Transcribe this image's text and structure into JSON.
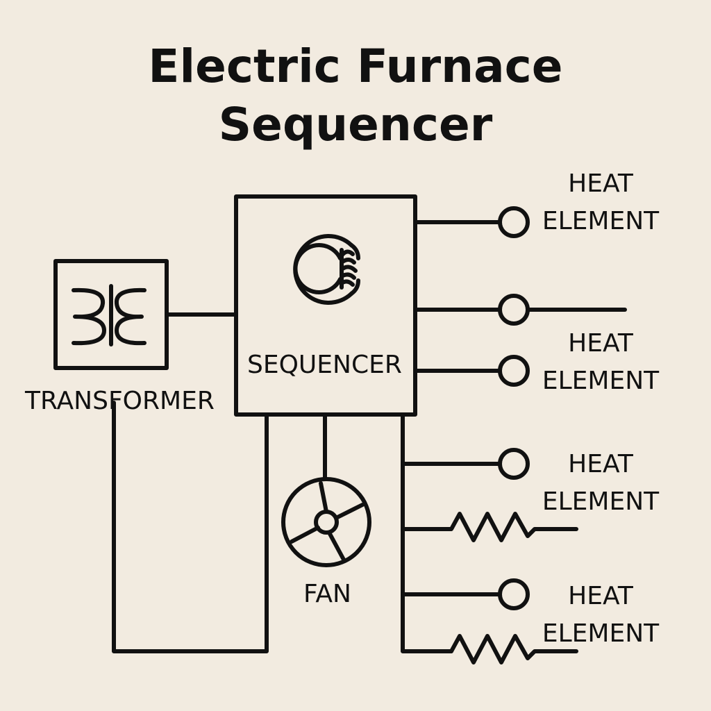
{
  "title": {
    "line1": "Electric Furnace",
    "line2": "Sequencer"
  },
  "components": {
    "transformer": {
      "label": "TRANSFORMER",
      "icon": "transformer-coil-icon"
    },
    "sequencer": {
      "label": "SEQUENCER",
      "icon": "heater-coil-icon"
    },
    "fan": {
      "label": "FAN",
      "icon": "fan-icon"
    }
  },
  "heat_elements": [
    {
      "line1": "HEAT",
      "line2": "ELEMENT"
    },
    {
      "line1": "HEAT",
      "line2": "ELEMENT"
    },
    {
      "line1": "HEAT",
      "line2": "ELEMENT"
    },
    {
      "line1": "HEAT",
      "line2": "ELEMENT"
    }
  ],
  "colors": {
    "background": "#f2ebe0",
    "ink": "#111111"
  }
}
